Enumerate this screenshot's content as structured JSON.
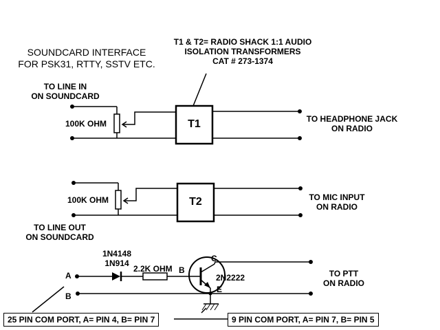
{
  "title": {
    "line1": "SOUNDCARD INTERFACE",
    "line2": "FOR PSK31, RTTY, SSTV ETC."
  },
  "note": {
    "line1": "T1 & T2= RADIO SHACK 1:1 AUDIO",
    "line2": "ISOLATION TRANSFORMERS",
    "line3": "CAT # 273-1374"
  },
  "receive_circuit": {
    "input_label_line1": "TO LINE IN",
    "input_label_line2": "ON SOUNDCARD",
    "pot_label": "100K OHM",
    "transformer": "T1",
    "output_label_line1": "TO HEADPHONE JACK",
    "output_label_line2": "ON RADIO"
  },
  "transmit_circuit": {
    "input_label_line1": "TO LINE OUT",
    "input_label_line2": "ON SOUNDCARD",
    "pot_label": "100K OHM",
    "transformer": "T2",
    "output_label_line1": "TO MIC INPUT",
    "output_label_line2": "ON RADIO"
  },
  "ptt_circuit": {
    "diode_line1": "1N4148",
    "diode_line2": "1N914",
    "resistor": "2.2K OHM",
    "pin_a": "A",
    "pin_b": "B",
    "base": "B",
    "collector": "C",
    "emitter": "E",
    "transistor": "2N2222",
    "output_label_line1": "TO PTT",
    "output_label_line2": "ON RADIO",
    "com25": "25 PIN COM PORT, A= PIN 4, B= PIN 7",
    "com9": "9 PIN COM PORT, A= PIN 7, B= PIN 5"
  }
}
